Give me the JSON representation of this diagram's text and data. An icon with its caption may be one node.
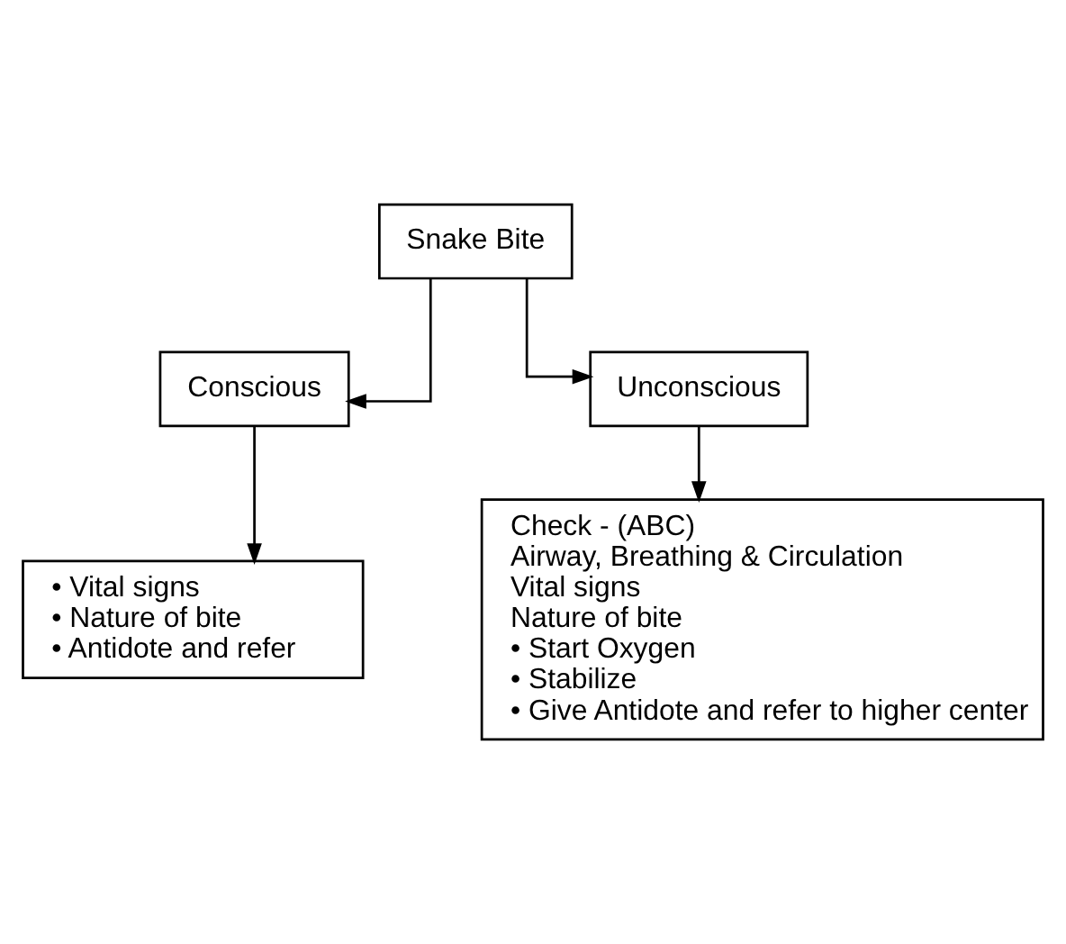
{
  "diagram": {
    "nodes": [
      {
        "text": [
          "Snake Bite"
        ]
      },
      {
        "text": [
          "Conscious"
        ]
      },
      {
        "text": [
          "Unconscious"
        ]
      },
      {
        "text": [
          "• Vital signs",
          "• Nature of bite",
          "• Antidote and refer"
        ]
      },
      {
        "text": [
          "Check - (ABC)",
          "Airway, Breathing & Circulation",
          "Vital signs",
          "Nature of bite",
          "• Start Oxygen",
          "• Stabilize",
          "• Give Antidote and refer to higher center"
        ]
      }
    ],
    "edges": [
      {
        "from": 0,
        "to": 1,
        "arrow": "to"
      },
      {
        "from": 0,
        "to": 2,
        "arrow": "to"
      },
      {
        "from": 1,
        "to": 3,
        "arrow": "to"
      },
      {
        "from": 2,
        "to": 4,
        "arrow": "to"
      }
    ]
  }
}
